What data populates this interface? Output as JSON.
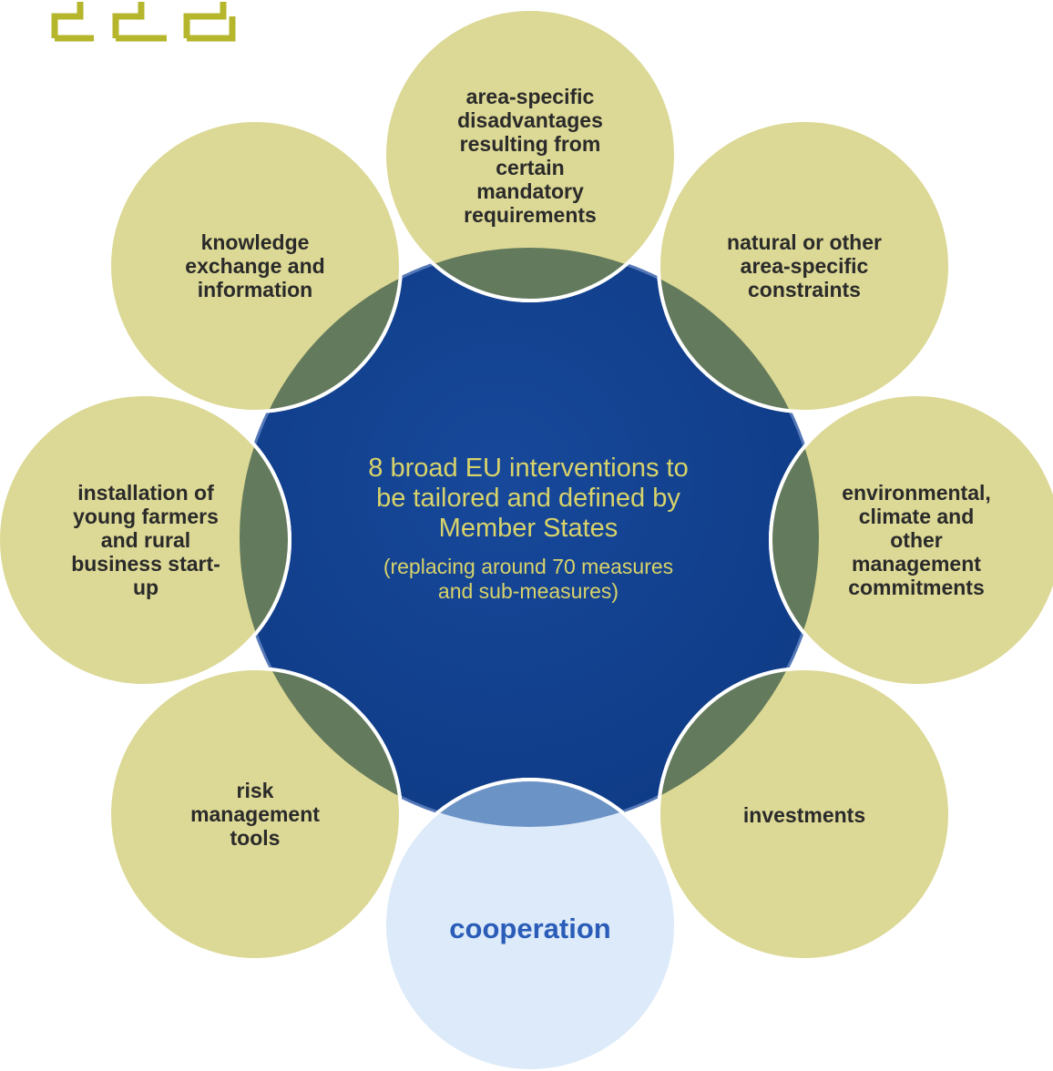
{
  "center": {
    "title": "8 broad EU interventions to\nbe tailored and defined by\nMember States",
    "subtitle": "(replacing around 70 measures\nand sub-measures)"
  },
  "interventions": [
    {
      "label": "area-specific\ndisadvantages\nresulting from\ncertain\nmandatory\nrequirements"
    },
    {
      "label": "natural or other\narea-specific\nconstraints"
    },
    {
      "label": "environmental,\nclimate and\nother\nmanagement\ncommitments"
    },
    {
      "label": "investments"
    },
    {
      "label": "cooperation"
    },
    {
      "label": "risk\nmanagement\ntools"
    },
    {
      "label": "installation of\nyoung farmers\nand rural\nbusiness start-\nup"
    },
    {
      "label": "knowledge\nexchange and\ninformation"
    }
  ],
  "colors": {
    "center_fill": "#0f3f8c",
    "satellite_fill": "#dcd895",
    "overlap_fill": "#637a5c",
    "highlight_fill": "#dceaf9",
    "highlight_overlap": "#6c93c6",
    "highlight_text": "#2a5cb8",
    "center_text": "#d8d36a",
    "logo": "#b6b62c"
  }
}
